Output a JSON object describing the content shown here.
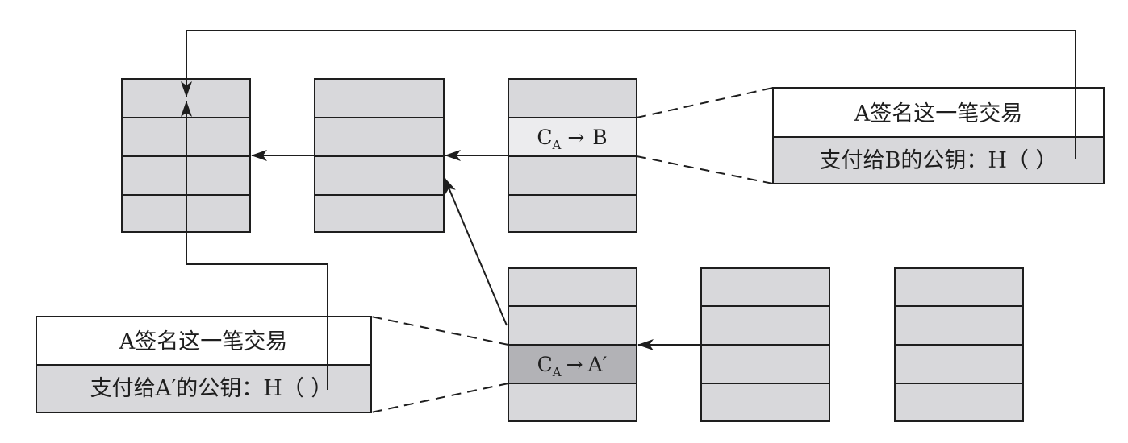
{
  "tx_top": {
    "sender": "C",
    "sender_sub": "A",
    "arrow": "→",
    "recipient": "B"
  },
  "tx_bottom": {
    "sender": "C",
    "sender_sub": "A",
    "arrow": "→",
    "recipient": "A′"
  },
  "note_top": {
    "title": "A签名这一笔交易",
    "body": "支付给B的公钥：H（ ）"
  },
  "note_bottom": {
    "title": "A签名这一笔交易",
    "body": "支付给A′的公钥：H（ ）"
  },
  "colors": {
    "cell": "#d8d8db",
    "highlight_light": "#ececee",
    "highlight_dark": "#b2b2b6",
    "stroke": "#1e1e1e"
  }
}
